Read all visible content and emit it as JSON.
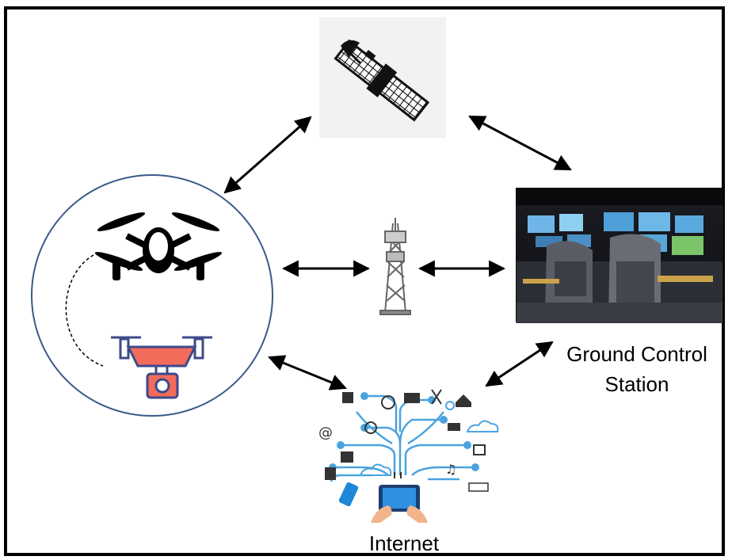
{
  "labels": {
    "ground_control_line1": "Ground Control",
    "ground_control_line2": "Station",
    "internet": "Internet"
  },
  "nodes": [
    {
      "id": "satellite",
      "icon": "satellite-icon"
    },
    {
      "id": "drones",
      "icon": "drone-icon"
    },
    {
      "id": "cell_tower",
      "icon": "cell-tower-icon"
    },
    {
      "id": "ground_control_station",
      "icon": "control-room-photo"
    },
    {
      "id": "internet",
      "icon": "iot-network-icon"
    }
  ],
  "links": [
    {
      "from": "drones",
      "to": "satellite",
      "direction": "bidirectional"
    },
    {
      "from": "satellite",
      "to": "ground_control_station",
      "direction": "bidirectional"
    },
    {
      "from": "drones",
      "to": "cell_tower",
      "direction": "bidirectional"
    },
    {
      "from": "cell_tower",
      "to": "ground_control_station",
      "direction": "bidirectional"
    },
    {
      "from": "drones",
      "to": "internet",
      "direction": "bidirectional"
    },
    {
      "from": "internet",
      "to": "ground_control_station",
      "direction": "bidirectional"
    }
  ],
  "colors": {
    "frame": "#000000",
    "circle": "#3b5a8a",
    "drone_body_accent": "#f26b5b",
    "drone_outline": "#3d4a8a",
    "network_lines": "#4aa3df"
  }
}
